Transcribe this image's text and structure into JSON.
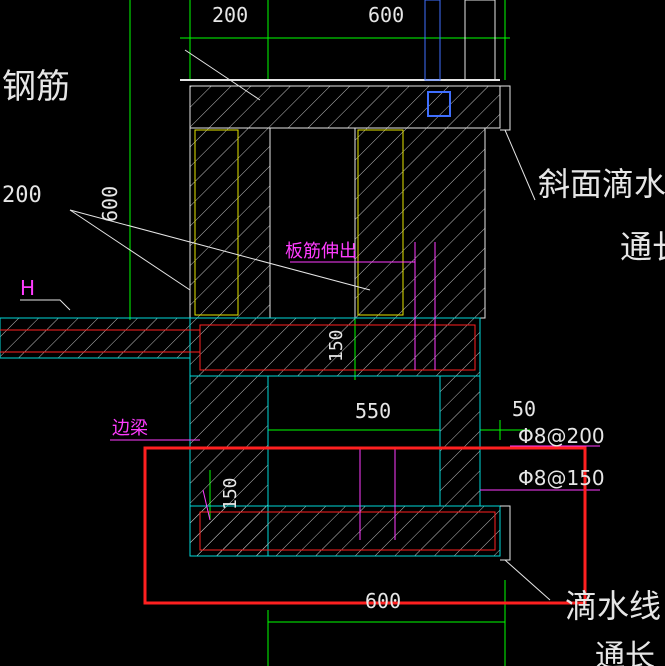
{
  "dims": {
    "top_200": "200",
    "top_600": "600",
    "vert_600": "600",
    "left_200": "200",
    "slab_150": "150",
    "opening_550": "550",
    "offset_50": "50",
    "bottom_150": "150",
    "bottom_600": "600"
  },
  "labels": {
    "rebar_partial": "钢筋",
    "slope_drip_1": "斜面滴水",
    "slope_drip_2": "通长",
    "slab_bar_out": "板筋伸出",
    "level_mark": "H",
    "edge_beam": "边梁",
    "rebar_1": "Φ8@200",
    "rebar_2": "Φ8@150",
    "drip_line_1": "滴水线",
    "drip_line_2": "通长"
  },
  "colors": {
    "background": "#000000",
    "highlight_box": "#ff2020",
    "dim_line": "#00ff00",
    "outline": "#00d8d8",
    "rebar": "#ff2020",
    "annotation": "#ff3cff",
    "column": "#e6e600"
  }
}
